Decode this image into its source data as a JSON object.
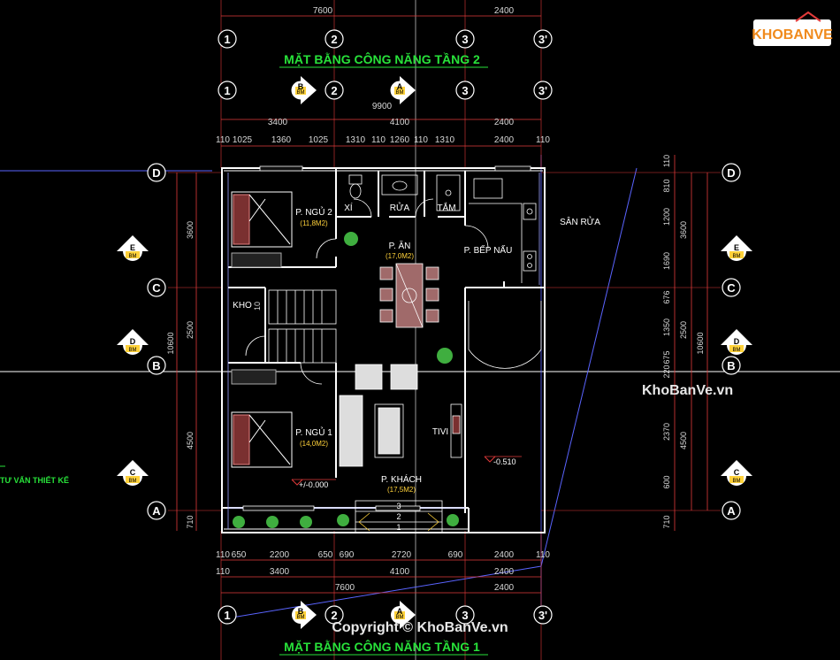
{
  "titles": {
    "floor2": "MẶT BẰNG CÔNG NĂNG TẦNG 2",
    "floor1": "MẶT BẰNG CÔNG NĂNG TẦNG 1",
    "consult": "TƯ VẤN THIẾT KẾ"
  },
  "brand": {
    "logo": "KHOBANVE",
    "watermark": "KhoBanVe.vn",
    "copyright": "Copyright © KhoBanVe.vn"
  },
  "grid_axes": {
    "top_row1": [
      "1",
      "2",
      "3",
      "3'"
    ],
    "top_row2": [
      "1",
      "2",
      "3",
      "3'"
    ],
    "bottom_row": [
      "1",
      "2",
      "3",
      "3'"
    ],
    "left": [
      "D",
      "C",
      "B",
      "A"
    ],
    "right": [
      "D",
      "C",
      "B",
      "A"
    ]
  },
  "section_marks": {
    "top": [
      {
        "letter": "B",
        "code": "BM"
      },
      {
        "letter": "A",
        "code": "BM"
      }
    ],
    "bottom": [
      {
        "letter": "B",
        "code": "BM"
      },
      {
        "letter": "A",
        "code": "BM"
      }
    ],
    "left": [
      {
        "letter": "E",
        "code": "BM"
      },
      {
        "letter": "D",
        "code": "BM"
      },
      {
        "letter": "C",
        "code": "BM"
      }
    ],
    "right": [
      {
        "letter": "E",
        "code": "BM"
      },
      {
        "letter": "D",
        "code": "BM"
      },
      {
        "letter": "C",
        "code": "BM"
      }
    ]
  },
  "dimensions": {
    "top_line0": [
      "7600",
      "2400"
    ],
    "top_total": "9900",
    "top_line1": [
      "3400",
      "4100",
      "2400"
    ],
    "top_line2": [
      "110",
      "1025",
      "1360",
      "1025",
      "1310",
      "110",
      "1260",
      "110",
      "1310",
      "2400",
      "110"
    ],
    "bottom_line1": [
      "110",
      "650",
      "2200",
      "650",
      "690",
      "2720",
      "690",
      "2400",
      "110"
    ],
    "bottom_line2": [
      "110",
      "3400",
      "4100",
      "2400"
    ],
    "bottom_line3": [
      "7600",
      "2400"
    ],
    "left_outer": "10600",
    "left_inner": [
      "3600",
      "2500",
      "4500",
      "710"
    ],
    "right_outer": "10600",
    "right_mid": [
      "3600",
      "2500",
      "4500"
    ],
    "right_inner": [
      "110",
      "810",
      "1200",
      "1690",
      "676",
      "1350",
      "675",
      "220",
      "2370",
      "600",
      "710"
    ]
  },
  "rooms": [
    {
      "name": "P. NGỦ 2",
      "area": "(11,8M2)"
    },
    {
      "name": "XÍ",
      "area": ""
    },
    {
      "name": "RỬA",
      "area": ""
    },
    {
      "name": "TẮM",
      "area": ""
    },
    {
      "name": "P. ĂN",
      "area": "(17,0M2)"
    },
    {
      "name": "P. BẾP NẤU",
      "area": ""
    },
    {
      "name": "SÂN RỬA",
      "area": ""
    },
    {
      "name": "KHO",
      "area": ""
    },
    {
      "name": "P. NGỦ 1",
      "area": "(14,0M2)"
    },
    {
      "name": "P. KHÁCH",
      "area": "(17,5M2)"
    },
    {
      "name": "TIVI",
      "area": ""
    }
  ],
  "levels": [
    "+/-0.000",
    "-0.510"
  ],
  "steps": [
    "3",
    "2",
    "1"
  ],
  "colors": {
    "background": "#000000",
    "wall": "#ffffff",
    "dimension_line": "#e23a3a",
    "title_green": "#28e23a",
    "area_yellow": "#ffd23a",
    "logo_orange": "#f08a1c"
  }
}
